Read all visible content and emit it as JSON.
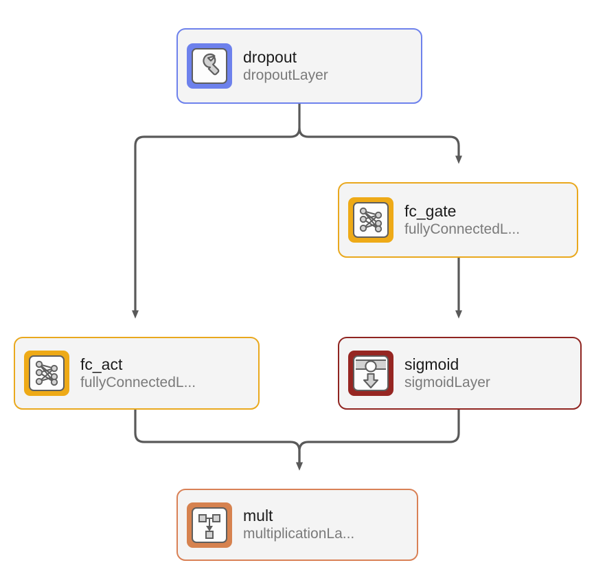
{
  "diagram": {
    "type": "neural-network-layer-graph",
    "background": "#ffffff",
    "edge_color": "#595959",
    "node_fill": "#f4f4f4",
    "title_color": "#1b1b1b",
    "subtitle_color": "#7a7a7a",
    "nodes": [
      {
        "id": "dropout",
        "title": "dropout",
        "subtitle": "dropoutLayer",
        "icon": "wrench-icon",
        "accent": "#6d81ec"
      },
      {
        "id": "fc_gate",
        "title": "fc_gate",
        "subtitle": "fullyConnectedL...",
        "icon": "fully-connected-icon",
        "accent": "#eeaa17"
      },
      {
        "id": "fc_act",
        "title": "fc_act",
        "subtitle": "fullyConnectedL...",
        "icon": "fully-connected-icon",
        "accent": "#eeaa17"
      },
      {
        "id": "sigmoid",
        "title": "sigmoid",
        "subtitle": "sigmoidLayer",
        "icon": "sigmoid-icon",
        "accent": "#962622"
      },
      {
        "id": "mult",
        "title": "mult",
        "subtitle": "multiplicationLa...",
        "icon": "multiplication-icon",
        "accent": "#d6824f"
      }
    ],
    "edges": [
      {
        "from": "dropout",
        "to": "fc_act"
      },
      {
        "from": "dropout",
        "to": "fc_gate"
      },
      {
        "from": "fc_gate",
        "to": "sigmoid"
      },
      {
        "from": "fc_act",
        "to": "mult"
      },
      {
        "from": "sigmoid",
        "to": "mult"
      }
    ]
  }
}
